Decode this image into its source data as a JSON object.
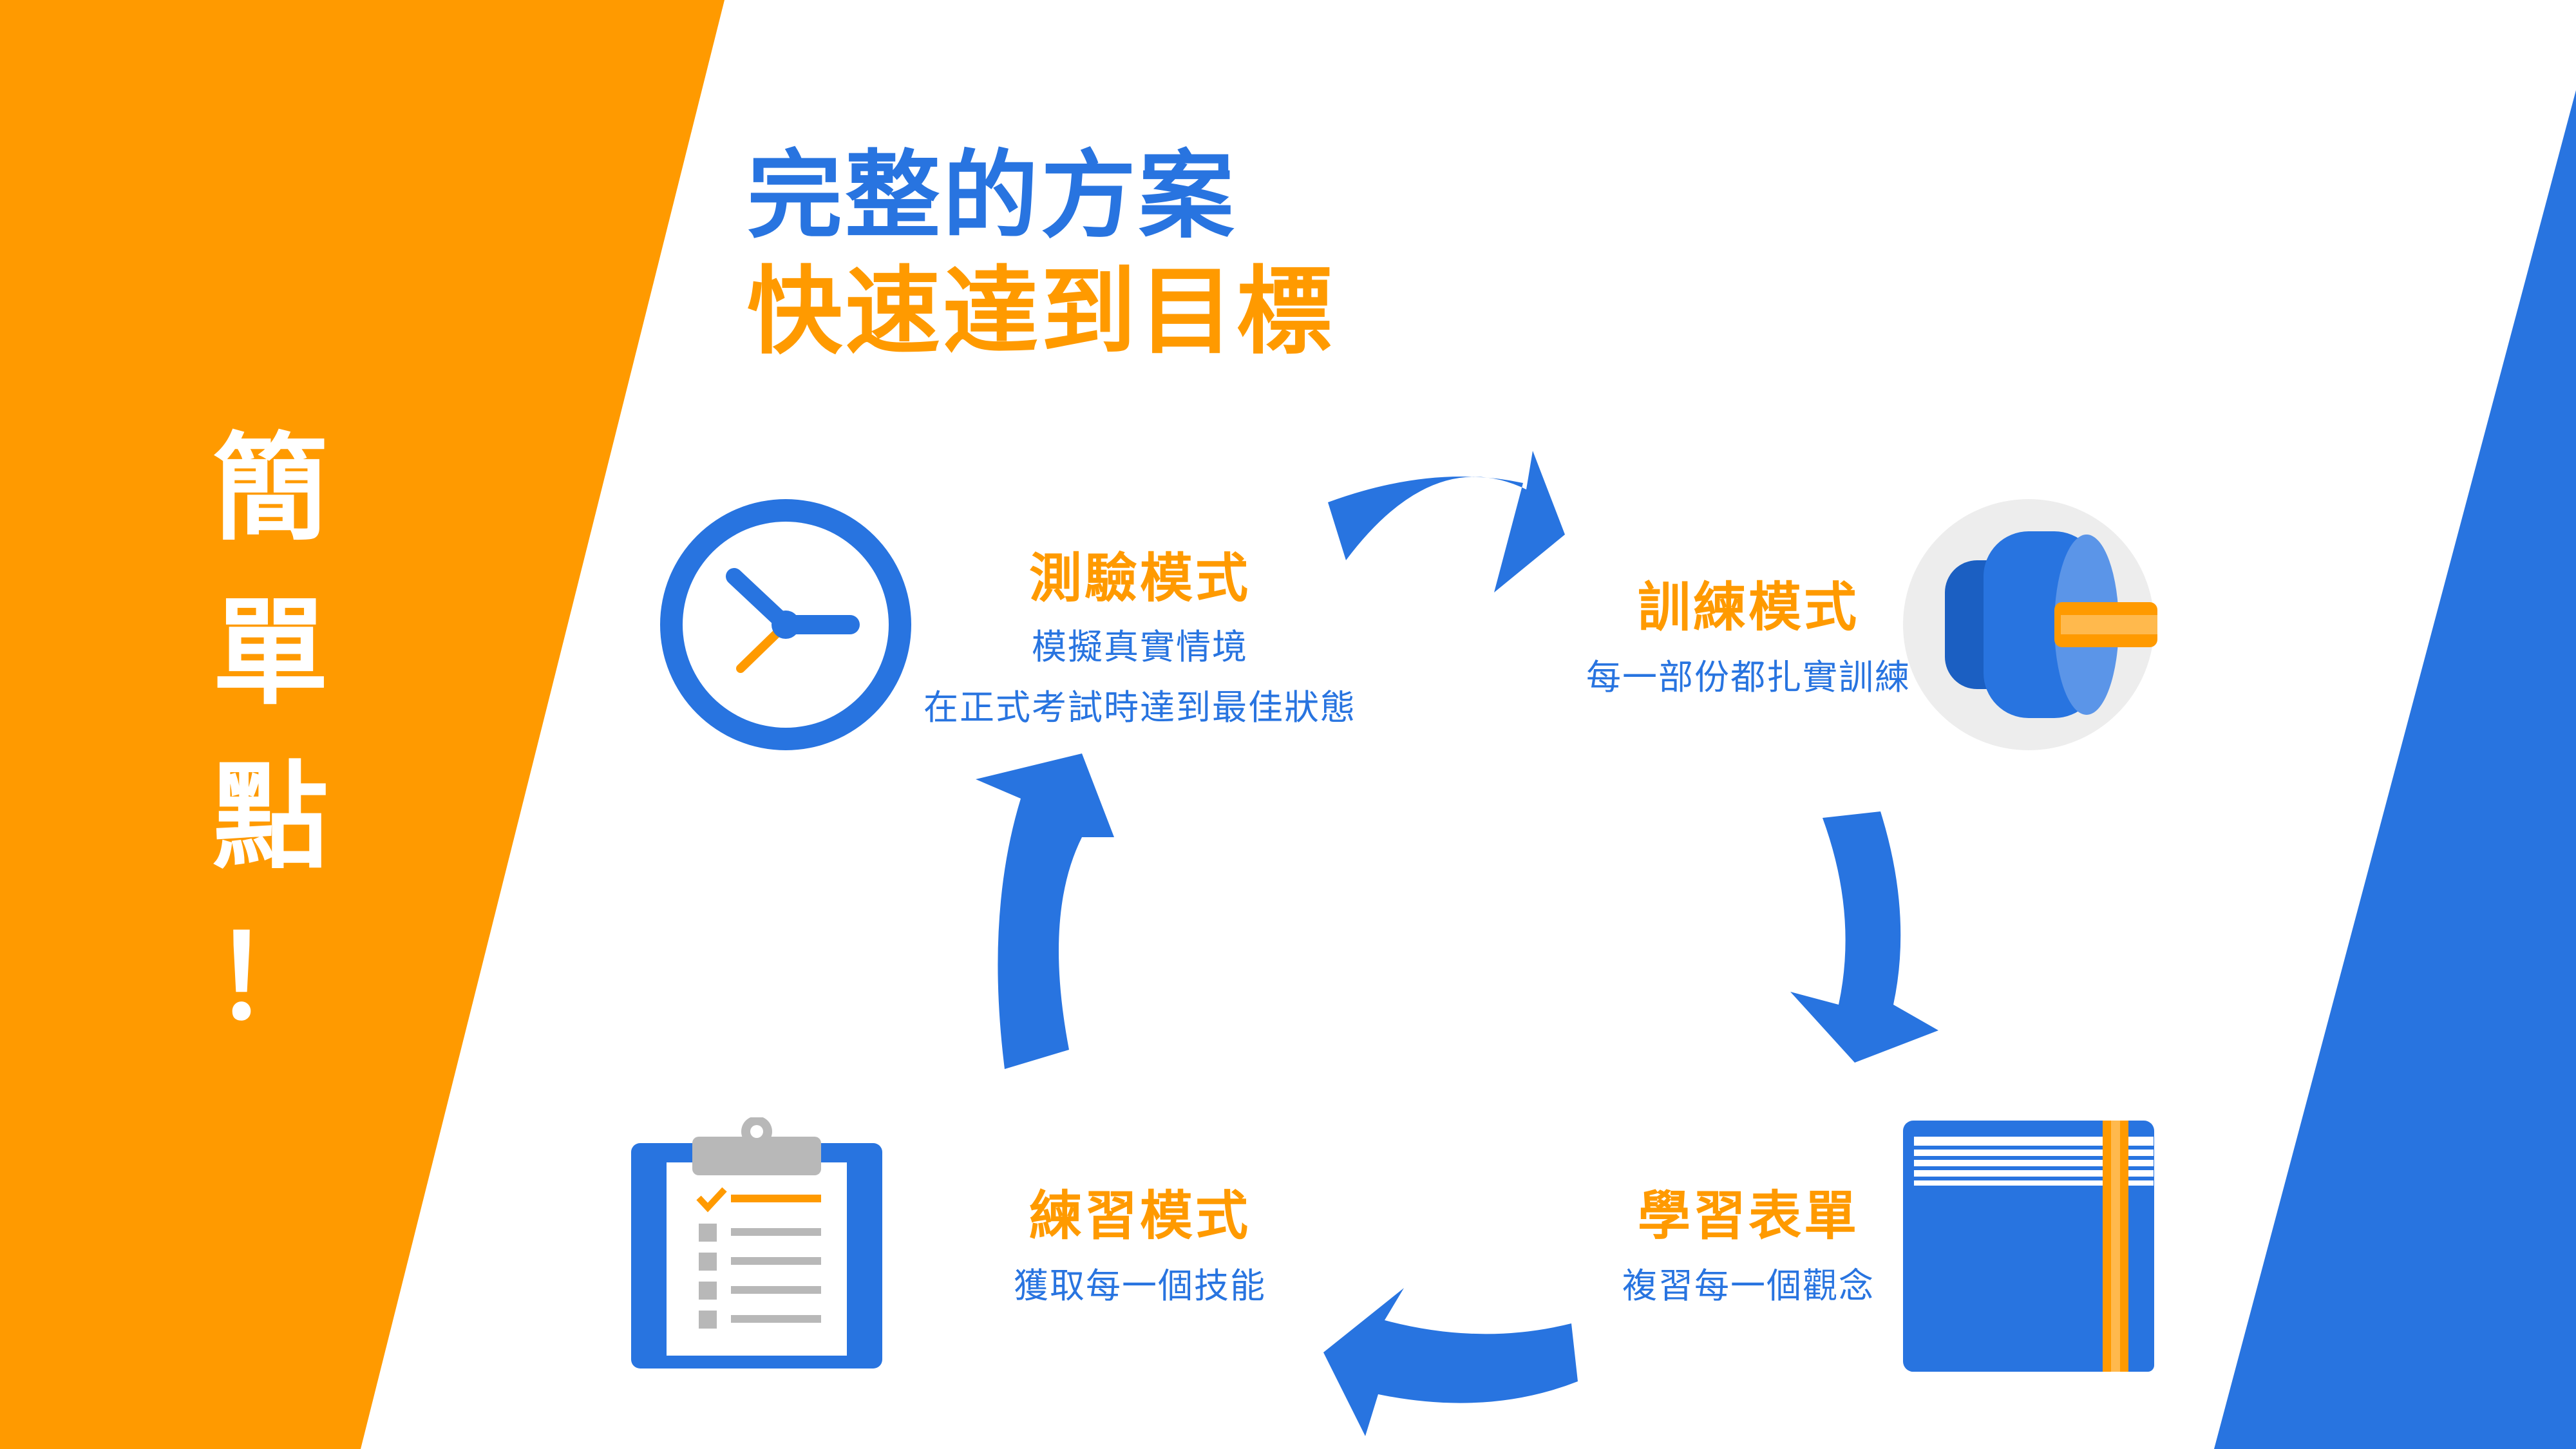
{
  "colors": {
    "orange": "#FF9A00",
    "blue": "#2874E0",
    "white": "#FFFFFF",
    "dark_blue": "#1B5FC2",
    "light_blue": "#5B95E8",
    "gray_circle": "#EDEDED"
  },
  "heading": {
    "line1": "完整的方案",
    "line2": "快速達到目標"
  },
  "sidebar": {
    "chars": [
      "簡",
      "單",
      "點",
      "！"
    ]
  },
  "nodes": {
    "test": {
      "title": "測驗模式",
      "sub1": "模擬真實情境",
      "sub2": "在正式考試時達到最佳狀態",
      "icon": "clock-icon"
    },
    "training": {
      "title": "訓練模式",
      "sub1": "每一部份都扎實訓練",
      "icon": "dumbbell-icon"
    },
    "study": {
      "title": "學習表單",
      "sub1": "複習每一個觀念",
      "icon": "book-icon"
    },
    "practice": {
      "title": "練習模式",
      "sub1": "獲取每一個技能",
      "icon": "clipboard-icon"
    }
  }
}
